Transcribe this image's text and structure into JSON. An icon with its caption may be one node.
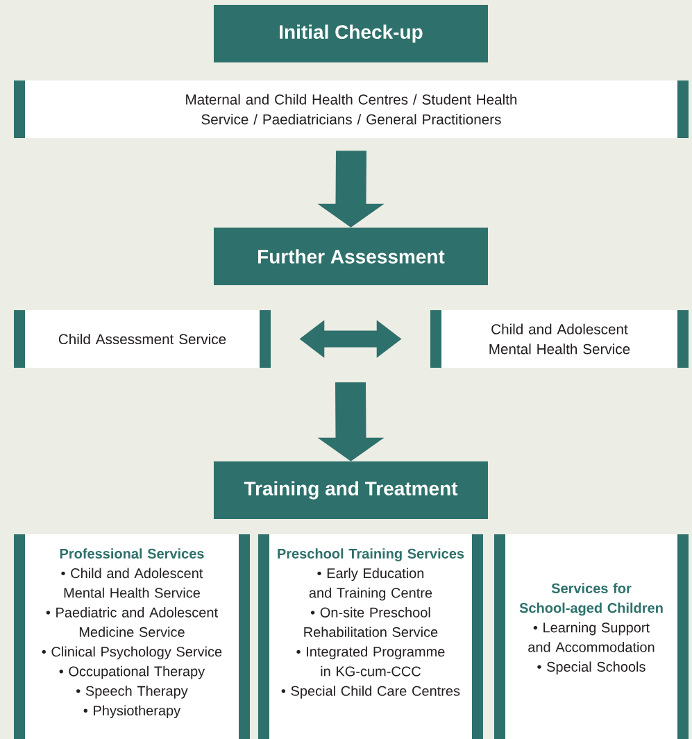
{
  "diagram": {
    "nodes": [
      {
        "text": [
          "Initial Check-up"
        ]
      },
      {
        "text": [
          "Maternal and Child Health Centres / Student Health Service / Paediatricians / General Practitioners"
        ]
      },
      {
        "text": [
          "Further Assessment"
        ]
      },
      {
        "text": [
          "Child Assessment Service"
        ]
      },
      {
        "text": [
          "Child and Adolescent Mental Health Service"
        ]
      },
      {
        "text": [
          "Training and Treatment"
        ]
      },
      {
        "text": [
          "Professional Services",
          "• Child and Adolescent Mental Health Service",
          "• Paediatric and Adolescent Medicine Service",
          "• Clinical Psychology Service",
          "• Occupational Therapy",
          "• Speech Therapy",
          "• Physiotherapy"
        ]
      },
      {
        "text": [
          "Preschool Training Services",
          "• Early Education and Training Centre",
          "• On-site Preschool Rehabilitation Service",
          "• Integrated Programme in KG-cum-CCC",
          "• Special Child Care Centres"
        ]
      },
      {
        "text": [
          "Services for School-aged Children",
          "• Learning Support and Accommodation",
          "• Special Schools"
        ]
      }
    ],
    "edges": [
      {
        "from": 1,
        "to": 2,
        "arrow": "to"
      },
      {
        "from": 3,
        "to": 4,
        "arrow": "both"
      },
      {
        "from": null,
        "to": 5,
        "arrow": "to"
      }
    ]
  }
}
